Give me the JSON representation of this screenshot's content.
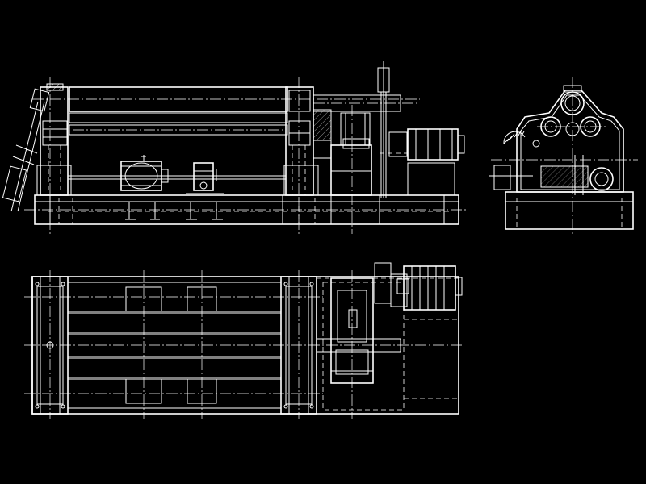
{
  "drawing": {
    "background": "#000000",
    "line_color": "#ffffff",
    "views": [
      {
        "id": "front-view",
        "kind": "elevation"
      },
      {
        "id": "side-view",
        "kind": "end-elevation"
      },
      {
        "id": "top-view",
        "kind": "plan"
      }
    ]
  }
}
